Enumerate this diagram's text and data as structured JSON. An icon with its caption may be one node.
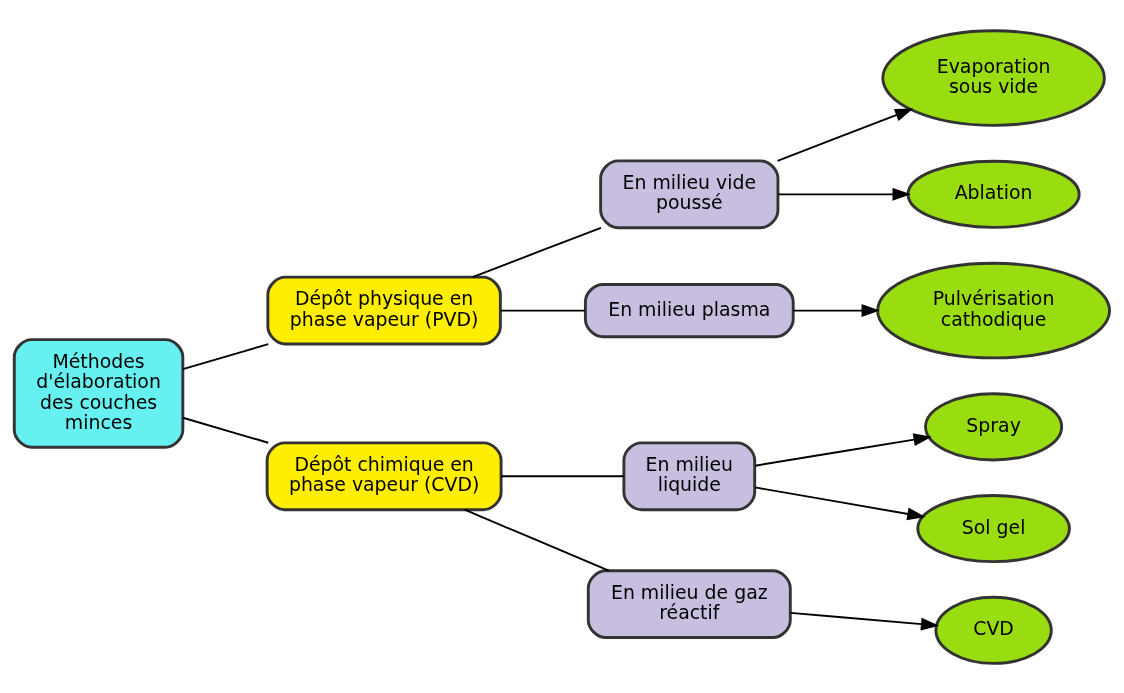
{
  "diagram": {
    "nodes": [
      {
        "text": [
          "Méthodes d'élaboration des couches minces"
        ]
      },
      {
        "text": [
          "Dépôt physique en phase vapeur (PVD)"
        ]
      },
      {
        "text": [
          "Dépôt chimique en phase vapeur (CVD)"
        ]
      },
      {
        "text": [
          "En milieu vide poussé"
        ]
      },
      {
        "text": [
          "En milieu plasma"
        ]
      },
      {
        "text": [
          "En milieu liquide"
        ]
      },
      {
        "text": [
          "En milieu de gaz réactif"
        ]
      },
      {
        "text": [
          "Evaporation sous vide"
        ]
      },
      {
        "text": [
          "Ablation"
        ]
      },
      {
        "text": [
          "Pulvérisation cathodique"
        ]
      },
      {
        "text": [
          "Spray"
        ]
      },
      {
        "text": [
          "Sol gel"
        ]
      },
      {
        "text": [
          "CVD"
        ]
      }
    ],
    "edges": [
      {
        "from": 0,
        "to": 1,
        "arrow": "none"
      },
      {
        "from": 0,
        "to": 2,
        "arrow": "none"
      },
      {
        "from": 1,
        "to": 3,
        "arrow": "none"
      },
      {
        "from": 1,
        "to": 4,
        "arrow": "none"
      },
      {
        "from": 2,
        "to": 5,
        "arrow": "none"
      },
      {
        "from": 2,
        "to": 6,
        "arrow": "none"
      },
      {
        "from": 3,
        "to": 7,
        "arrow": "to"
      },
      {
        "from": 3,
        "to": 8,
        "arrow": "to"
      },
      {
        "from": 4,
        "to": 9,
        "arrow": "to"
      },
      {
        "from": 5,
        "to": 10,
        "arrow": "to"
      },
      {
        "from": 5,
        "to": 11,
        "arrow": "to"
      },
      {
        "from": 6,
        "to": 12,
        "arrow": "to"
      }
    ]
  }
}
